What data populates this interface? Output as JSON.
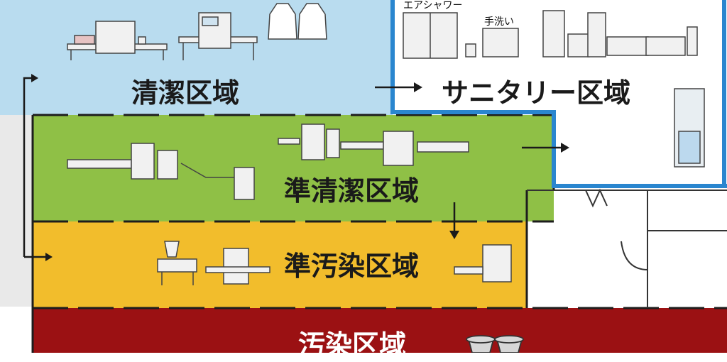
{
  "zones": {
    "clean": {
      "label": "清潔区域",
      "color": "#b9dcef"
    },
    "sanitary": {
      "label": "サニタリー区域",
      "air_shower_label": "エアシャワー",
      "handwash_label": "手洗い",
      "border_color": "#2a86cf"
    },
    "semi_clean": {
      "label": "準清潔区域",
      "color": "#8fc046"
    },
    "semi_contaminated": {
      "label": "準汚染区域",
      "color": "#f2bd2c"
    },
    "contaminated": {
      "label": "汚染区域",
      "color": "#9b1113"
    }
  },
  "icons": {
    "flow_arrow": "arrow-right",
    "equipment": "machine-line-art",
    "garments": "lab-coat",
    "waste": "trash-bin"
  }
}
